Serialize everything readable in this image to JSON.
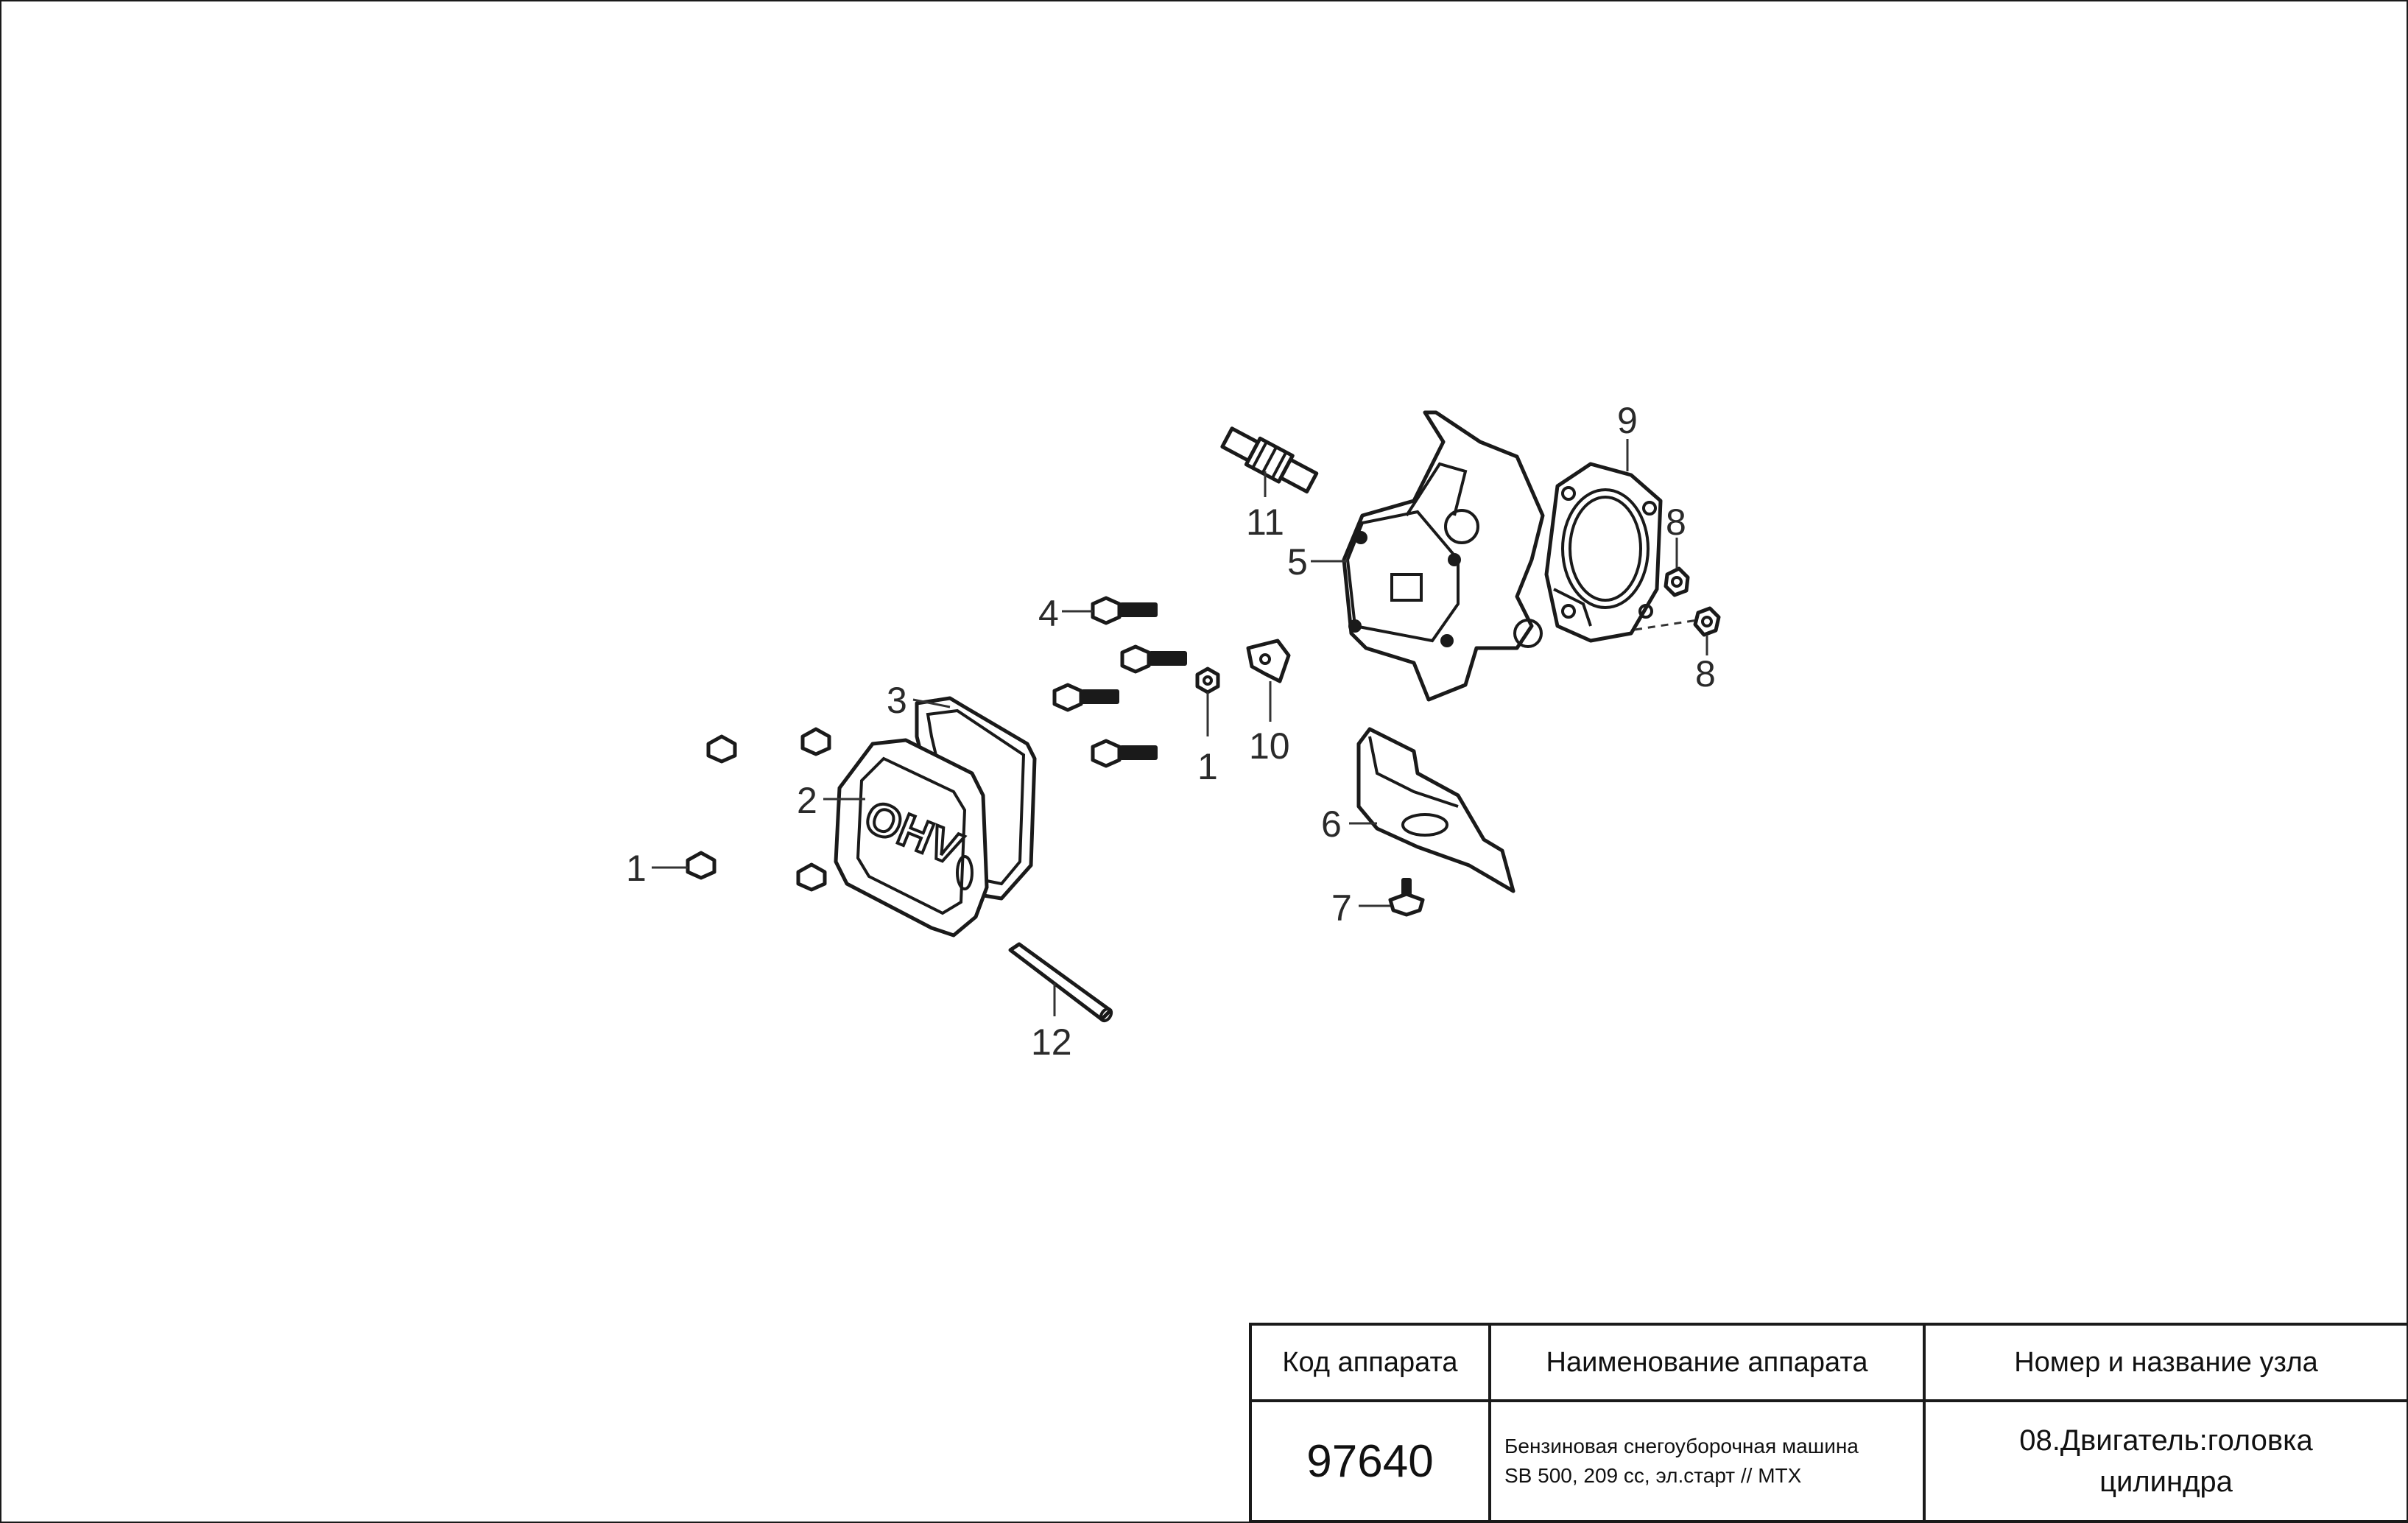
{
  "callouts": {
    "c1a": "1",
    "c1b": "1",
    "c2": "2",
    "c3": "3",
    "c4": "4",
    "c5": "5",
    "c6": "6",
    "c7": "7",
    "c8a": "8",
    "c8b": "8",
    "c9": "9",
    "c10": "10",
    "c11": "11",
    "c12": "12"
  },
  "cover_logo": "OHV",
  "title_block": {
    "headers": {
      "code": "Код аппарата",
      "name": "Наименование аппарата",
      "node": "Номер и название узла"
    },
    "code": "97640",
    "name_line1": "Бензиновая снегоуборочная машина",
    "name_line2": "SB 500, 209 cc, эл.старт // MTX",
    "node_line1": "08.Двигатель:головка",
    "node_line2": "цилиндра"
  }
}
